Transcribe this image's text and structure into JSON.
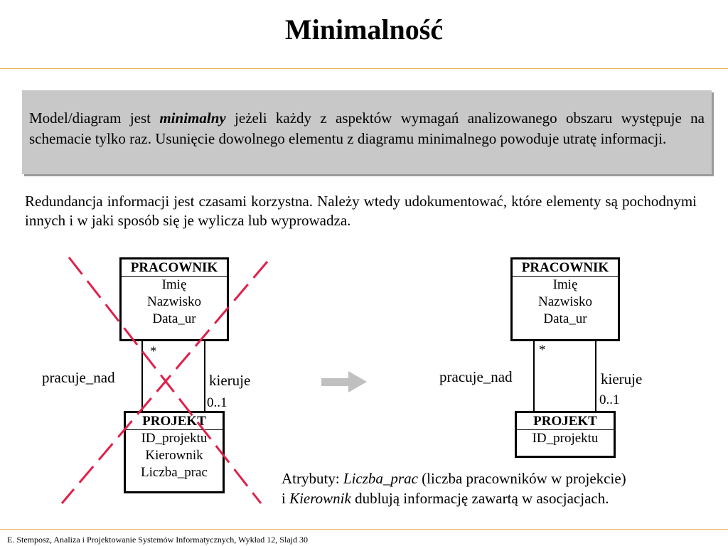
{
  "slide": {
    "title": "Minimalność",
    "definition": {
      "before": "Model/diagram jest ",
      "term": "minimalny",
      "after": " jeżeli każdy z aspektów wymagań analizowanego obszaru występuje na schemacie tylko raz. Usunięcie dowolnego elementu z diagramu minimalnego powoduje utratę informacji."
    },
    "note": "Redundancja informacji jest czasami korzystna. Należy wtedy udokumentować, które elementy są pochodnymi innych i w jaki sposób się je wylicza lub wyprowadza.",
    "footer": "E. Stemposz, Analiza i Projektowanie Systemów Informatycznych, Wykład 12, Slajd 30"
  },
  "left_diagram": {
    "employee": {
      "name": "PRACOWNIK",
      "attrs": [
        "Imię",
        "Nazwisko",
        "Data_ur"
      ]
    },
    "project": {
      "name": "PROJEKT",
      "attrs": [
        "ID_projektu",
        "Kierownik",
        "Liczba_prac"
      ]
    },
    "assoc_works": "pracuje_nad",
    "assoc_manages": "kieruje",
    "mult_star": "*",
    "mult_optional": "0..1"
  },
  "right_diagram": {
    "employee": {
      "name": "PRACOWNIK",
      "attrs": [
        "Imię",
        "Nazwisko",
        "Data_ur"
      ]
    },
    "project": {
      "name": "PROJEKT",
      "attrs": [
        "ID_projektu"
      ]
    },
    "assoc_works": "pracuje_nad",
    "assoc_manages": "kieruje",
    "mult_star": "*",
    "mult_optional": "0..1"
  },
  "attributes_note": {
    "line1_prefix": "Atrybuty: ",
    "line1_attr": "Liczba_prac",
    "line1_suffix": " (liczba  pracowników  w projekcie)",
    "line2_prefix": " i ",
    "line2_attr": "Kierownik",
    "line2_suffix": " dublują  informację  zawartą w asocjacjach."
  },
  "colors": {
    "rule": "#e8b25c",
    "cross": "#e0204a",
    "arrow": "#c0c0c0",
    "definition_bg": "#c8c8c8"
  }
}
